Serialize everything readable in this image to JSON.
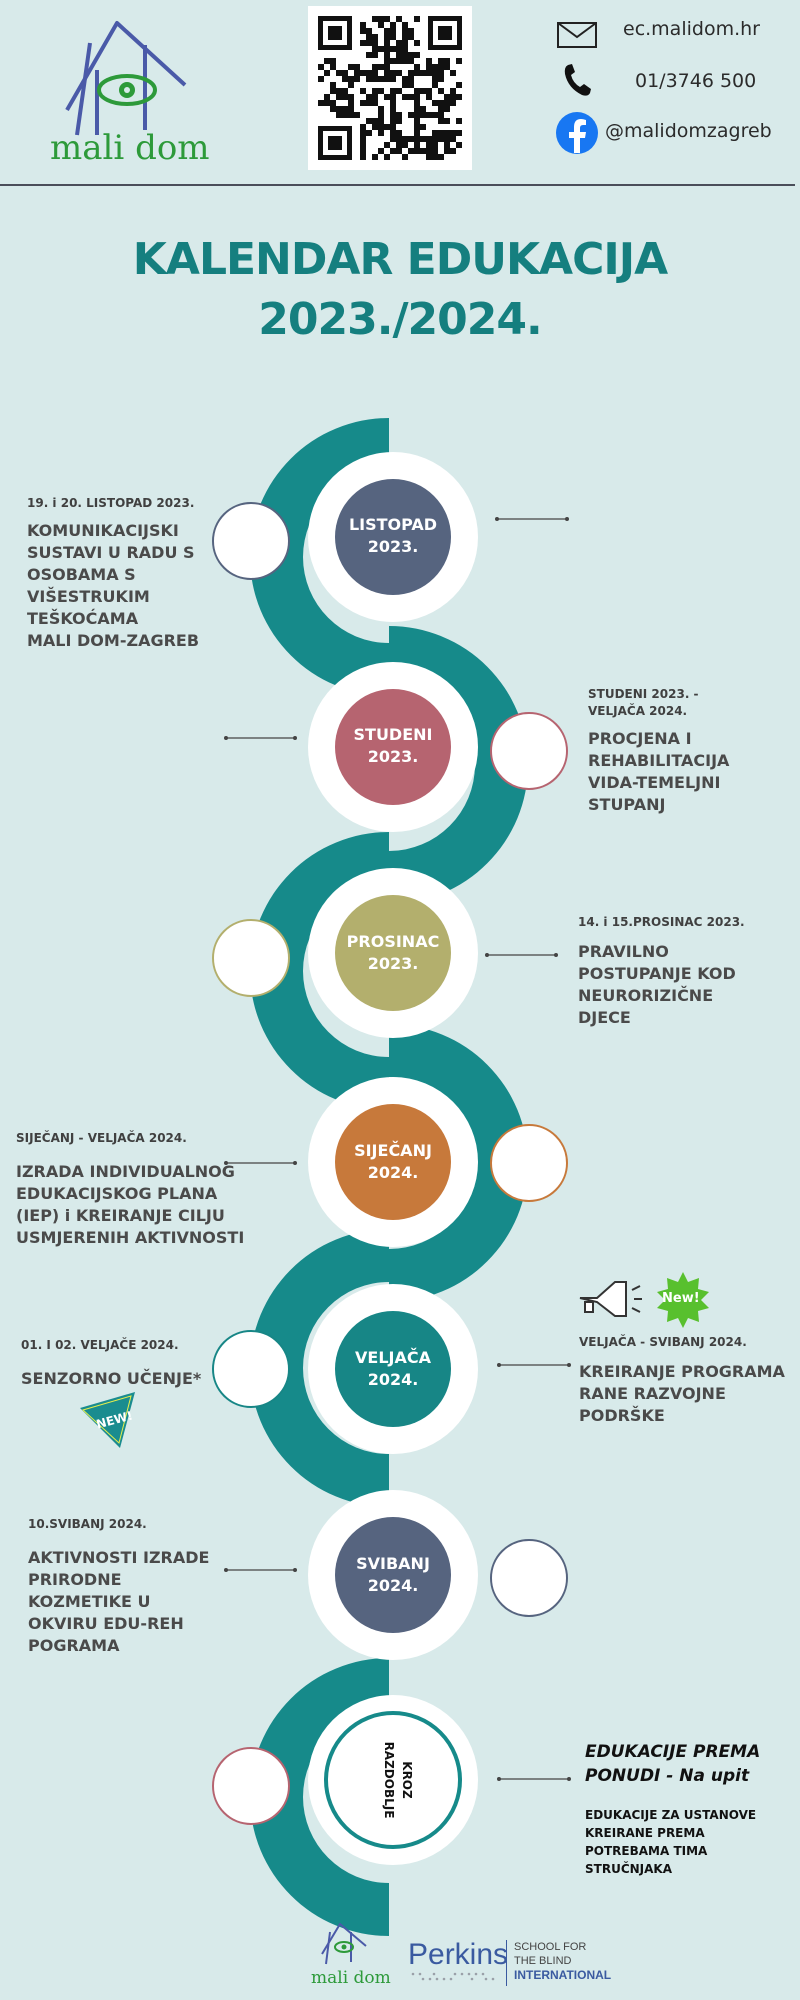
{
  "header": {
    "logo_text": "mali dom",
    "email": "ec.malidom.hr",
    "phone": "01/3746 500",
    "facebook": "@malidomzagreb"
  },
  "title": {
    "line1": "KALENDAR EDUKACIJA",
    "line2": "2023./2024."
  },
  "colors": {
    "teal": "#168a8a",
    "title": "#157f7f",
    "listopad": "#56647f",
    "studeni": "#b66470",
    "prosinac": "#b3af6d",
    "sijecanj": "#c7793b",
    "veljaca": "#178686",
    "svibanj": "#56647f"
  },
  "months": [
    {
      "line1": "LISTOPAD",
      "line2": "2023."
    },
    {
      "line1": "STUDENI",
      "line2": "2023."
    },
    {
      "line1": "PROSINAC",
      "line2": "2023."
    },
    {
      "line1": "SIJEČANJ",
      "line2": "2024."
    },
    {
      "line1": "VELJAČA",
      "line2": "2024."
    },
    {
      "line1": "SVIBANJ",
      "line2": "2024."
    }
  ],
  "kroz": {
    "line1": "KROZ",
    "line2": "RAZDOBLJE"
  },
  "events": [
    {
      "date": "19. i 20.  LISTOPAD 2023.",
      "lines": [
        "KOMUNIKACIJSKI",
        "SUSTAVI U RADU S",
        "OSOBAMA S",
        "VIŠESTRUKIM",
        "TEŠKOĆAMA",
        "MALI DOM-ZAGREB"
      ]
    },
    {
      "date1": "STUDENI 2023.  -",
      "date2": "VELJAČA  2024.",
      "lines": [
        "PROCJENA I",
        "REHABILITACIJA",
        "VIDA-TEMELJNI",
        "STUPANJ"
      ]
    },
    {
      "date": "14. i 15.PROSINAC 2023.",
      "lines": [
        "PRAVILNO",
        "POSTUPANJE KOD",
        "NEURORIZIČNE",
        "DJECE"
      ]
    },
    {
      "date": "SIJEČANJ - VELJAČA 2024.",
      "lines": [
        "IZRADA INDIVIDUALNOG",
        "EDUKACIJSKOG PLANA",
        "(IEP) i KREIRANJE CILJU",
        "USMJERENIH AKTIVNOSTI"
      ]
    },
    {
      "date": "01. I 02. VELJAČE 2024.",
      "lines": [
        "SENZORNO UČENJE*"
      ]
    },
    {
      "date": "VELJAČA - SVIBANJ 2024.",
      "lines": [
        "KREIRANJE PROGRAMA",
        "RANE RAZVOJNE",
        "PODRŠKE"
      ]
    },
    {
      "date": "10.SVIBANJ 2024.",
      "lines": [
        "AKTIVNOSTI IZRADE",
        "PRIRODNE",
        "KOZMETIKE U",
        "OKVIRU EDU-REH",
        "POGRAMA"
      ]
    }
  ],
  "on_request": {
    "title1": "EDUKACIJE PREMA",
    "title2": "PONUDI - Na upit",
    "lines": [
      "EDUKACIJE ZA USTANOVE",
      "KREIRANE  PREMA",
      "POTREBAMA TIMA",
      "STRUČNJAKA"
    ]
  },
  "badges": {
    "new1": "NEW!",
    "new2": "New!"
  },
  "footer": {
    "logo_text": "mali dom",
    "perkins": "Perkins",
    "school1": "SCHOOL FOR",
    "school2": "THE BLIND",
    "school3": "INTERNATIONAL"
  }
}
